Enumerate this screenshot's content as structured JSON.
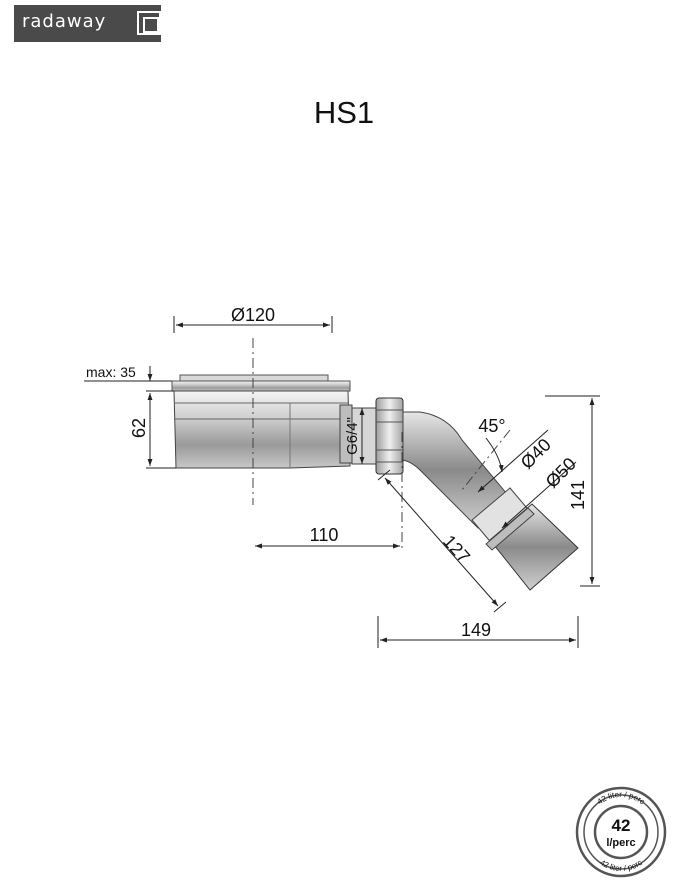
{
  "brand": {
    "logo_text": "radaway"
  },
  "title": "HS1",
  "dimensions": {
    "diameter_top": "Ø120",
    "max_label": "max: 35",
    "height_62": "62",
    "thread": "G6/4\"",
    "angle": "45°",
    "diameter_40": "Ø40",
    "diameter_50": "Ø50",
    "height_141": "141",
    "length_127": "127",
    "width_110": "110",
    "width_149": "149"
  },
  "badge": {
    "value": "42",
    "unit": "l/perc",
    "ring_text": "42 liter / perc"
  }
}
